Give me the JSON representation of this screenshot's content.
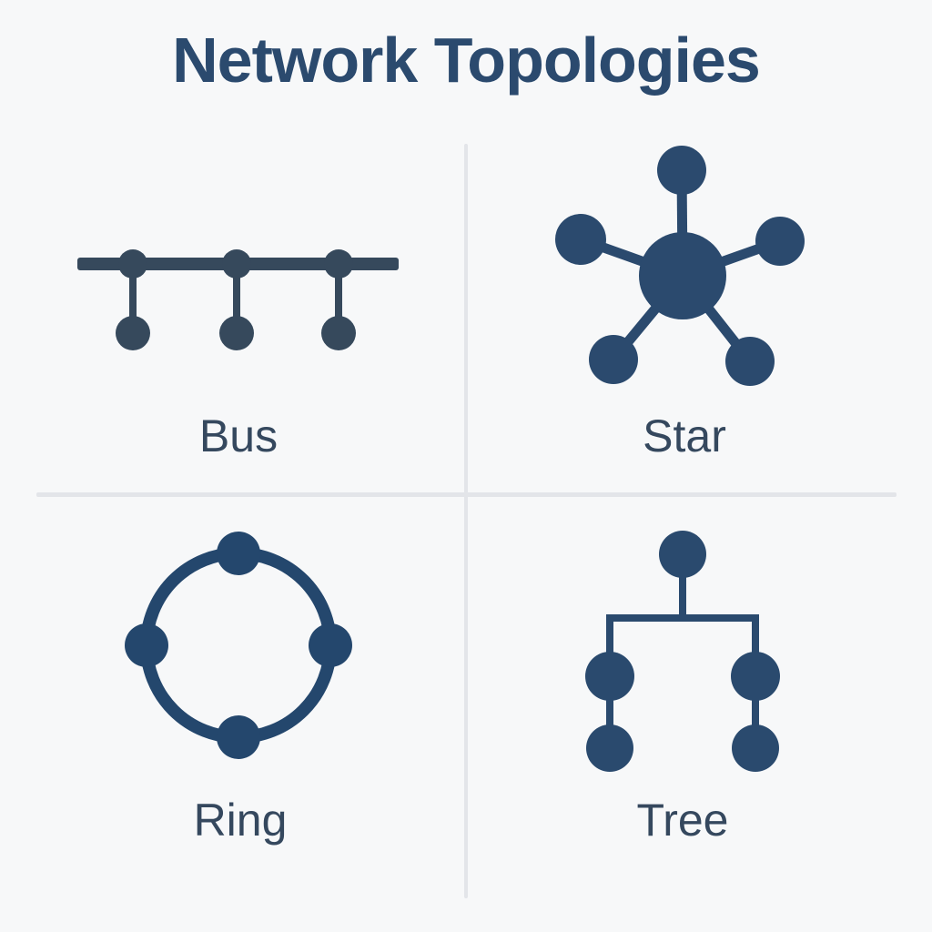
{
  "title": "Network Topologies",
  "colors": {
    "background": "#F7F8F9",
    "divider": "#E3E5E9",
    "title_text": "#2B4A6E",
    "label_text": "#35485E",
    "bus_icon": "#36495C",
    "star_icon": "#2B4A6E",
    "ring_icon": "#24476D",
    "tree_icon": "#2A4A6E"
  },
  "quadrants": [
    {
      "label": "Bus",
      "icon": "bus-topology-icon",
      "node_count": 3
    },
    {
      "label": "Star",
      "icon": "star-topology-icon",
      "node_count": 6
    },
    {
      "label": "Ring",
      "icon": "ring-topology-icon",
      "node_count": 4
    },
    {
      "label": "Tree",
      "icon": "tree-topology-icon",
      "node_count": 5
    }
  ]
}
